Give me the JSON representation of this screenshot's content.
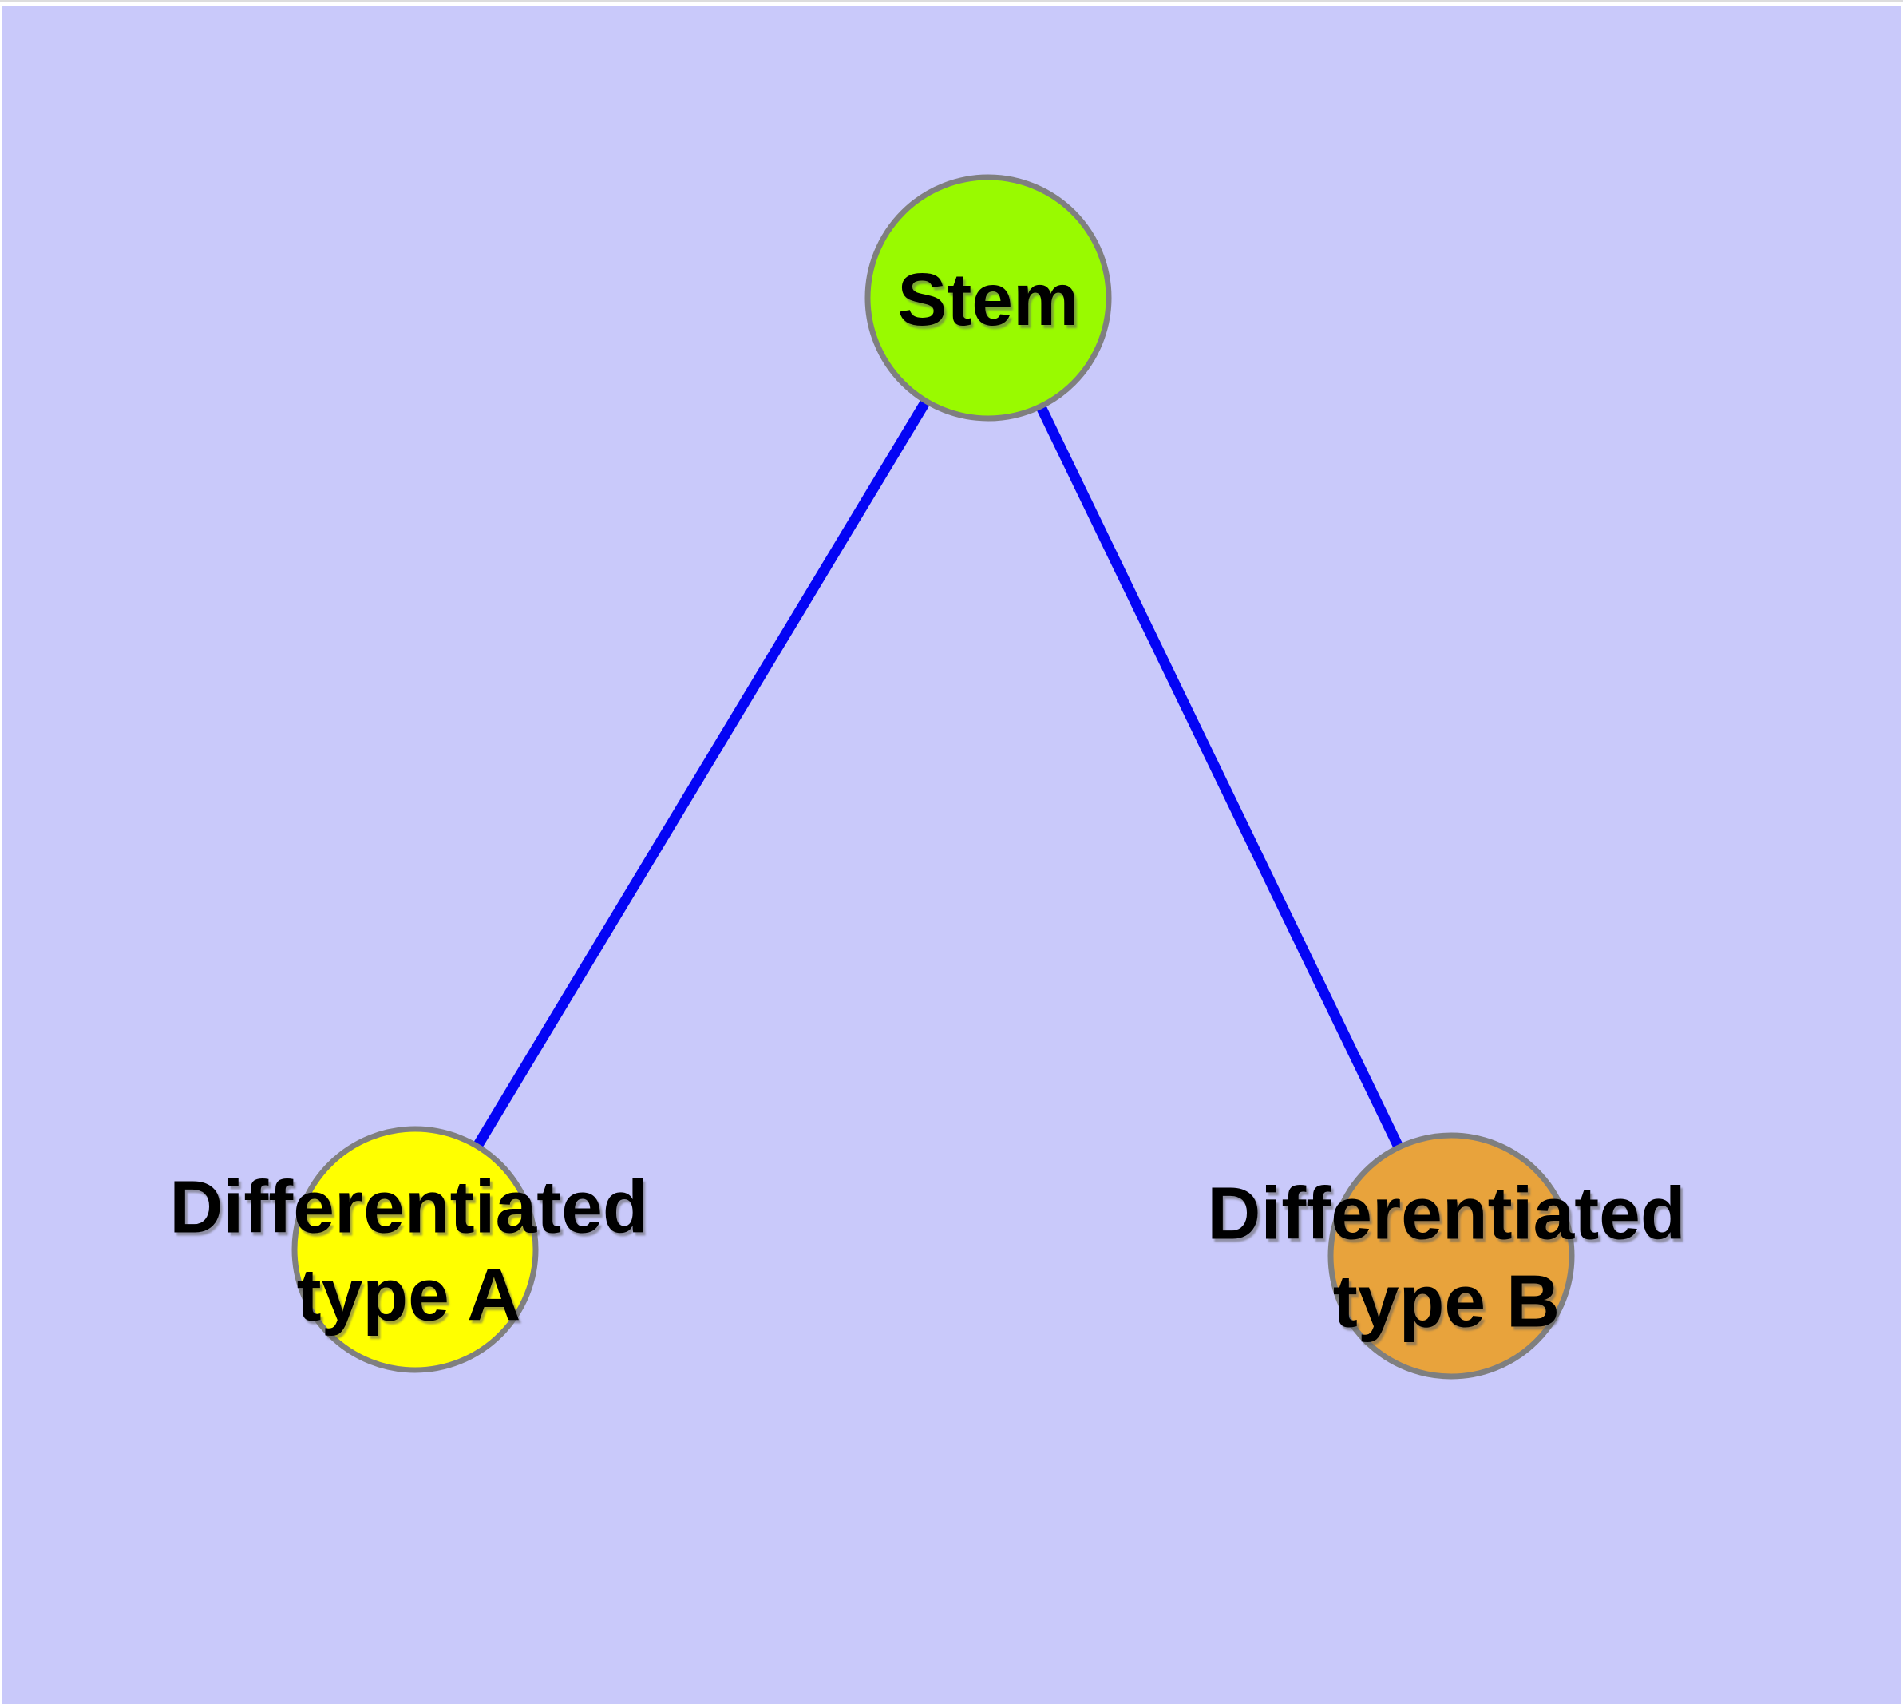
{
  "diagram": {
    "type": "node-link-graph",
    "background_color": "#C9C9FA",
    "page_color": "#FFFFFF",
    "edge_color": "#0404F5",
    "node_border_color": "#7F7F7F",
    "nodes": [
      {
        "name": "stem",
        "label": "Stem",
        "line1": "Stem",
        "line2": "",
        "fill": "#99FA00"
      },
      {
        "name": "differentiated-type-a",
        "label": "Differentiated type A",
        "line1": "Differentiated",
        "line2": "type A",
        "fill": "#FFFF00"
      },
      {
        "name": "differentiated-type-b",
        "label": "Differentiated type B",
        "line1": "Differentiated",
        "line2": "type B",
        "fill": "#E8A33C"
      }
    ],
    "edges": [
      {
        "from": "Stem",
        "to": "Differentiated type A"
      },
      {
        "from": "Stem",
        "to": "Differentiated type B"
      }
    ]
  }
}
